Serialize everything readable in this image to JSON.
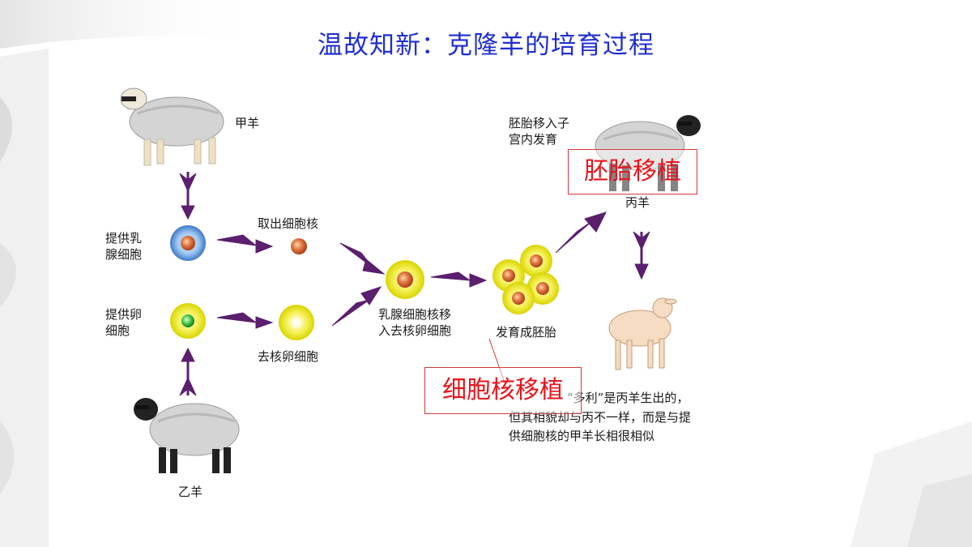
{
  "title": "温故知新：克隆羊的培育过程",
  "labels": {
    "sheep_a": "甲羊",
    "provide_mammary_1": "提供乳",
    "provide_mammary_2": "腺细胞",
    "provide_egg_1": "提供卵",
    "provide_egg_2": "细胞",
    "sheep_b": "乙羊",
    "take_nucleus": "取出细胞核",
    "enucleated_egg": "去核卵细胞",
    "nucleus_transfer_1": "乳腺细胞核移",
    "nucleus_transfer_2": "入去核卵细胞",
    "develop_embryo": "发育成胚胎",
    "embryo_to_uterus_1": "胚胎移入子",
    "embryo_to_uterus_2": "宫内发育",
    "sheep_c": "丙羊",
    "dolly_1": "“多利”是丙羊生出的，",
    "dolly_2": "但其相貌却与丙不一样，而是与提",
    "dolly_3": "供细胞核的甲羊长相很相似"
  },
  "callouts": {
    "embryo_transfer": "胚胎移植",
    "nuclear_transfer": "细胞核移植"
  },
  "colors": {
    "title": "#1f2fd0",
    "arrow": "#5b1f6e",
    "callout_text": "#e8141c",
    "callout_border": "#d23a3a"
  }
}
